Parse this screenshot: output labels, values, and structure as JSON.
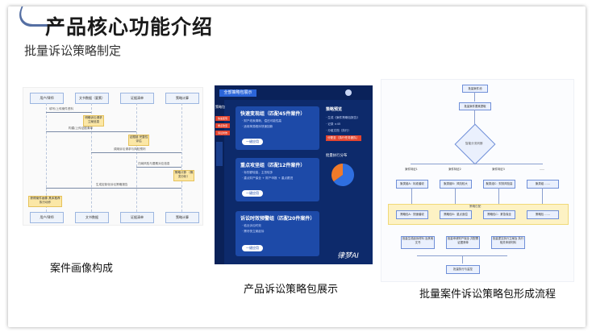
{
  "header": {
    "title": "产品核心功能介绍",
    "subtitle": "批量诉讼策略制定"
  },
  "captions": {
    "case_profile": "案件画像构成",
    "strategy_pack_display": "产品诉讼策略包展示",
    "batch_flow": "批量案件诉讼策略包形成流程"
  },
  "profile_diagram": {
    "lanes_top": [
      "用户/律师",
      "文书数据（要素）",
      "证据清单",
      "策略计算"
    ],
    "lanes_bottom": [
      "用户/律师",
      "文书数据",
      "证据清单",
      "策略计算"
    ],
    "messages": [
      "填写/上传案件资料",
      "明确诉讼请求 立案信息",
      "构建/上传证据清单",
      "证据链 完整性评估",
      "调用诉讼请求与风险预判",
      "归纳风险与要素对应信息",
      "策略计算 （概览分析）",
      "生成定制化诉讼策略报告"
    ],
    "result_box": "获得案件画像 具体推荐执行动作"
  },
  "strategy_pack": {
    "tab": "全部策略包展示",
    "side_label": "策略包",
    "side_buttons": [
      "快速变现",
      "重点攻坚",
      "诉讼时效"
    ],
    "cards": [
      {
        "title": "快速变现组（匹配45件案件）",
        "lines": [
          "· 财产线索清晰，偿还可能性高",
          "· 适用简易程序快速回款"
        ],
        "button": "一键应用"
      },
      {
        "title": "重点攻坚组（匹配12件案件）",
        "lines": [
          "· 标的额较高，主张较多",
          "· 重点财产保全 + 财产申报 + 重点跟进"
        ],
        "button": "一键应用"
      },
      {
        "title": "诉讼时效预警组（匹配20件案件）",
        "lines": [
          "· 临近诉讼时效",
          "· 需尽快立案起诉"
        ],
        "button": "一键应用"
      }
    ],
    "right_title": "策略预览",
    "right_lines": [
      "· 生成《案件策略包报告》",
      "· 记录 ×45",
      "· 分组文档（执行）"
    ],
    "right_tag": "分配至（执行任务团队）",
    "chart_title": "批量执行分布",
    "logo": "律梦AI"
  },
  "flow": {
    "start": "批量案件池",
    "step2": "批量案件要素提取",
    "decision": "智能分流判断",
    "branches": [
      "案件特征1",
      "案件特征2",
      "案件特征3",
      "……"
    ],
    "groups": [
      "聚类组A：标准催收",
      "聚类组B：风险较大",
      "聚类组C：财务风险高",
      "聚类组 ……"
    ],
    "band_label": "策略匹配",
    "strategies": [
      "策略包A：快速催收",
      "策略包B：重点追偿",
      "策略包C：紧急保全",
      "策略包 ……"
    ],
    "outputs": [
      "批量生成起诉材料 及其他文书",
      "批量申请财产保全 并配置证据清单",
      "批量提交执行立案及 执行相关申请材料"
    ],
    "end": "批量执行与监控"
  },
  "chart_data": {
    "type": "pie",
    "values": [
      65,
      35
    ],
    "colors": [
      "#2f6fe0",
      "#f07a2a"
    ]
  }
}
